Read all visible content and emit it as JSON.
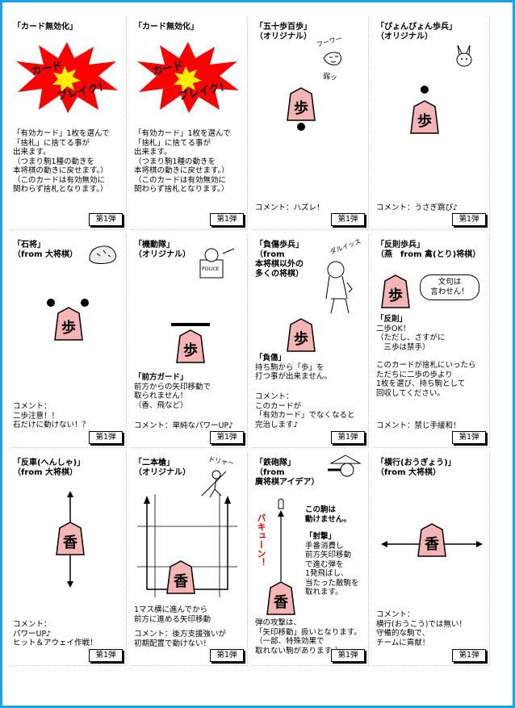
{
  "dan_label": "第1弾",
  "cards": [
    {
      "title": "「カード無効化」",
      "burst": {
        "text1": "カード",
        "text2": "ブレイク！"
      },
      "body": [
        "「有効カード」1枚を選んで",
        "「捨札」に捨てる事が",
        "出来ます。",
        "（つまり駒1種の動きを",
        "本将棋の動きに戻せます。）",
        "（このカードは有効無効に",
        "関わらず捨札となります。）"
      ],
      "comment": []
    },
    {
      "title": "「カード無効化」",
      "burst": {
        "text1": "カード",
        "text2": "ブレイク！"
      },
      "body": [
        "「有効カード」1枚を選んで",
        "「捨札」に捨てる事が",
        "出来ます。",
        "（つまり駒1種の動きを",
        "本将棋の動きに戻せます。）",
        "（このカードは有効無効に",
        "関わらず捨札となります。）"
      ],
      "comment": []
    },
    {
      "title": "「五十歩百歩」",
      "subtitle": "（オリジナル）",
      "piece": "歩",
      "doodle": [
        "フーワー",
        "弱ッ"
      ],
      "comment": [
        "コメント：ハズレ！"
      ]
    },
    {
      "title": "「ぴょんぴょん歩兵」",
      "subtitle": "（オリジナル）",
      "piece": "歩",
      "comment": [
        "コメント：うさぎ跳び♪"
      ]
    },
    {
      "title": "「石将」",
      "subtitle": "（from 大将棋）",
      "piece": "歩",
      "comment": [
        "コメント：",
        "二歩注意！！",
        "石だけに動けない！？"
      ]
    },
    {
      "title": "「機動隊」",
      "subtitle": "（オリジナル）",
      "piece": "歩",
      "police": "POLICE",
      "body": [
        "「前方ガード」",
        "前方からの矢印移動で",
        "取られません！",
        "（香、飛など）"
      ],
      "comment": [
        "コメント：単純なパワーUP♪"
      ]
    },
    {
      "title": "「負傷歩兵」",
      "subtitle": "（from",
      "subtitle2": "本将棋以外の",
      "subtitle3": "多くの将棋）",
      "doodle": [
        "ダルイッス"
      ],
      "piece": "歩",
      "body": [
        "「負傷」",
        "持ち駒から「歩」を",
        "打つ事が出来ません。"
      ],
      "comment": [
        "コメント：",
        "このカードが",
        "「有効カード」でなくなると",
        "完治します♪"
      ]
    },
    {
      "title": "「反則歩兵」",
      "subtitle": "（燕　from 禽(とり)将棋）",
      "piece": "歩",
      "bubble": [
        "文句は",
        "言わせん！"
      ],
      "body": [
        "「反則」",
        "二歩OK！",
        "（ただし、さすがに",
        "　三歩は禁手）",
        "",
        "このカードが捨札にいったら",
        "ただちに二歩の歩より",
        "1枚を選び、持ち駒として",
        "回収してください。"
      ],
      "comment": [
        "コメント：禁じ手緩和！"
      ]
    },
    {
      "title": "「反車(へんしゃ)」",
      "subtitle": "（from 大将棋）",
      "piece": "香",
      "comment": [
        "コメント：",
        "パワーUP♪",
        "ヒット＆アウェイ作戦！"
      ]
    },
    {
      "title": "「二本槍」",
      "subtitle": "（オリジナル）",
      "doodle": [
        "ドリャー"
      ],
      "piece": "香",
      "body": [
        "1マス横に進んでから",
        "前方に進める矢印移動"
      ],
      "comment": [
        "コメント：後方支援強いが",
        "初期配置で動けない！"
      ]
    },
    {
      "title": "「鉄砲隊」",
      "subtitle": "（from",
      "subtitle2": "廣将棋アイデア）",
      "bakyun": "バキューン！",
      "piece": "香",
      "side": [
        "この駒は",
        "動けません。",
        "",
        "「射撃」",
        "手番消費し",
        "前方矢印移動",
        "で進む弾を",
        "1発飛ばし、",
        "当たった敵駒を",
        "取れます。"
      ],
      "body": [
        "弾の攻撃は、",
        "「矢印移動」扱いとなります。",
        "（一部、特殊効果で",
        "取れない駒があります。）"
      ],
      "comment": []
    },
    {
      "title": "「横行(おうぎょう)」",
      "subtitle": "（from 大将棋）",
      "piece": "香",
      "comment": [
        "コメント：",
        "横行(おうこう)では無い！",
        "守備的な駒で、",
        "チームに貢献！"
      ]
    }
  ]
}
